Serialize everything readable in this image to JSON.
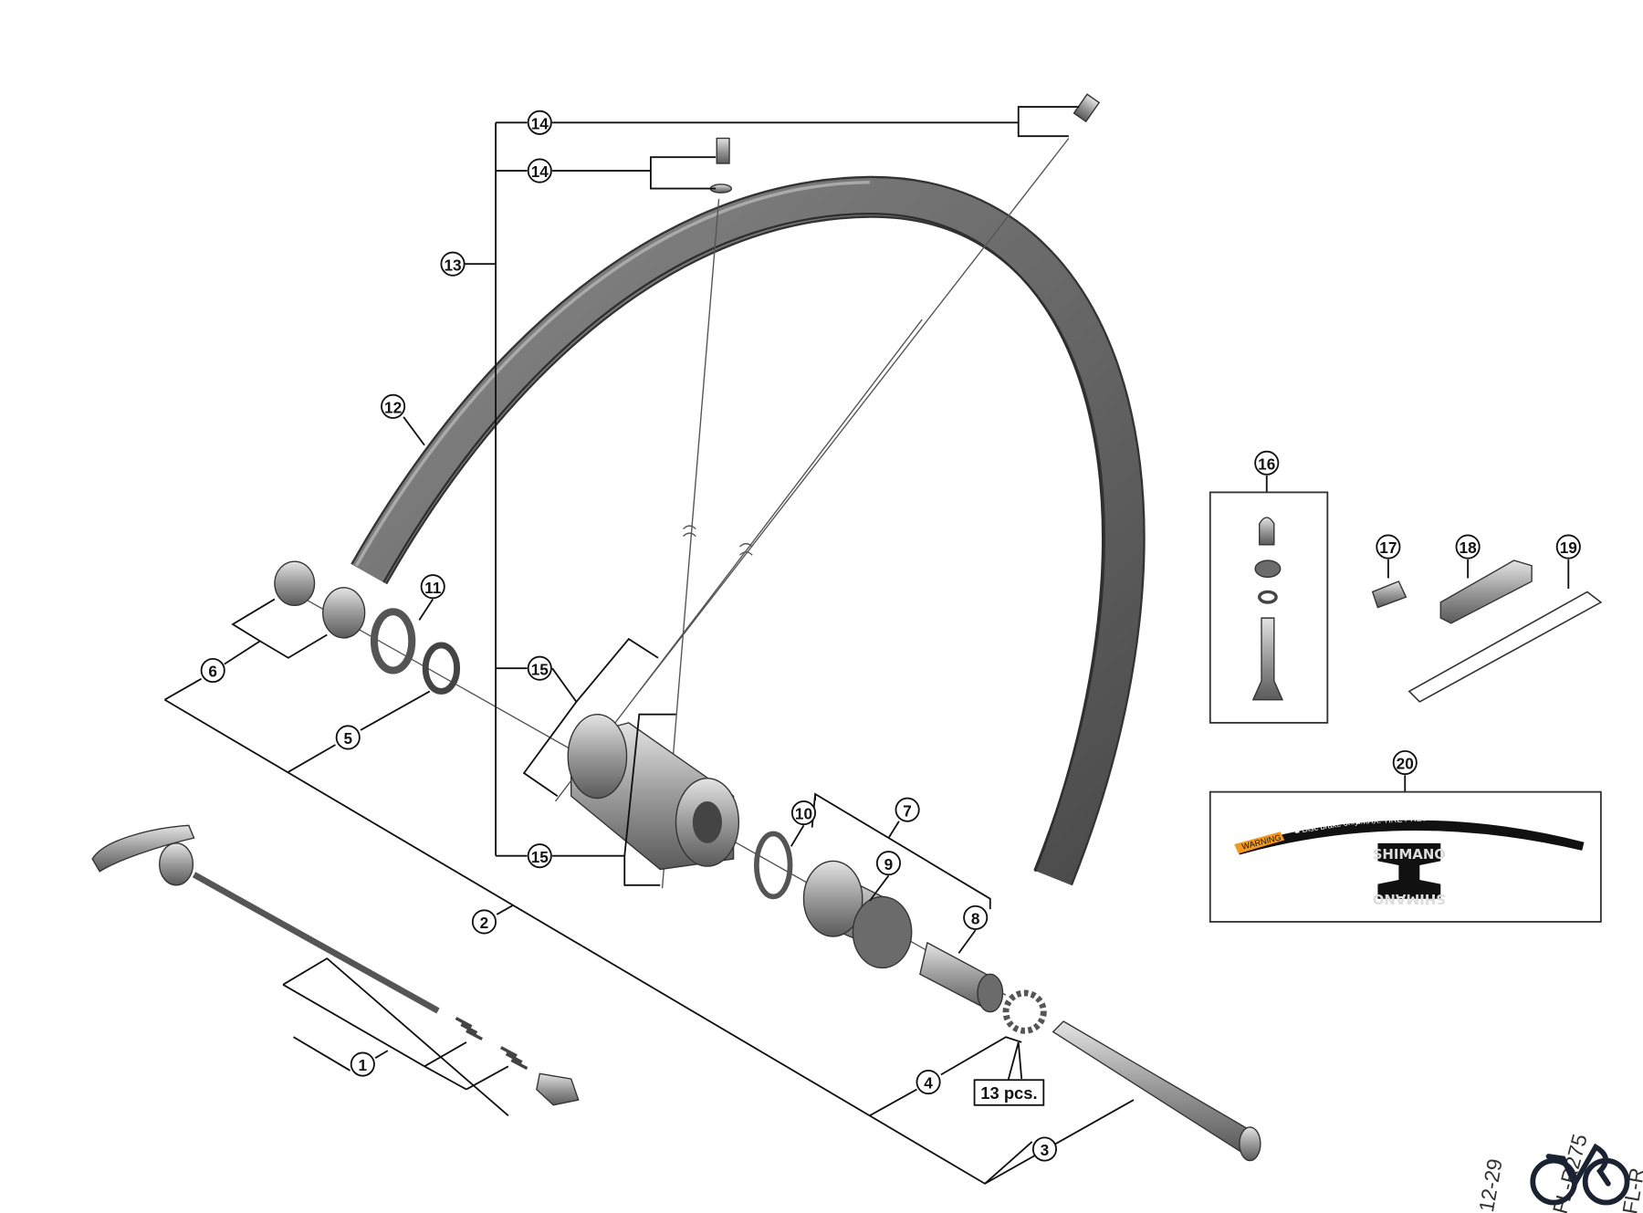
{
  "diagram": {
    "callouts": [
      "14",
      "14",
      "13",
      "12",
      "11",
      "6",
      "5",
      "15",
      "15",
      "10",
      "7",
      "9",
      "8",
      "2",
      "1",
      "4",
      "3",
      "16",
      "17",
      "18",
      "19",
      "20"
    ],
    "quantity_note": "13 pcs.",
    "decal": {
      "warning": "WARNING",
      "disc_brake": "■ Disc brake only!",
      "pressure": "■MAX. TIRE PRESSURE: 3bar / 44psi / 300kPa",
      "brand": "SHIMANO"
    },
    "watermark": {
      "code1": "12-29",
      "code2": "FL-R275",
      "code3": "FL-R"
    },
    "colors": {
      "warning": "#f39a1e",
      "logo": "#1b2333"
    }
  }
}
